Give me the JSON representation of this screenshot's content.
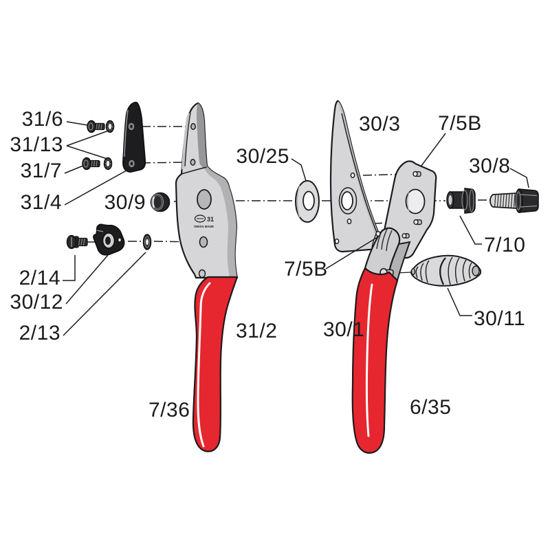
{
  "diagram": {
    "kind": "exploded-parts-diagram",
    "subject": "pruning shears with numbered replacement parts",
    "background": "#ffffff"
  },
  "colors": {
    "outline": "#1b1b1b",
    "metal_light": "#d6d6d8",
    "metal_mid": "#b2b2b5",
    "metal_dark": "#97979a",
    "hardware_black": "#2a2a2c",
    "handle_red": "#e62730",
    "white": "#ffffff"
  },
  "brand": {
    "model": "31",
    "origin": "SWISS MADE"
  },
  "labels": [
    {
      "part": "screw-upper",
      "text": "31/6"
    },
    {
      "part": "lock-washers",
      "text": "31/13"
    },
    {
      "part": "screw-lower",
      "text": "31/7"
    },
    {
      "part": "anvil-plate",
      "text": "31/4"
    },
    {
      "part": "pivot-nut",
      "text": "30/9"
    },
    {
      "part": "catch-screw",
      "text": "2/14"
    },
    {
      "part": "wire-catch",
      "text": "30/12"
    },
    {
      "part": "catch-washer",
      "text": "2/13"
    },
    {
      "part": "pivot-washer",
      "text": "30/25"
    },
    {
      "part": "cutting-blade",
      "text": "30/3"
    },
    {
      "part": "bolt-set-upper",
      "text": "7/5B"
    },
    {
      "part": "pivot-bolt",
      "text": "30/8"
    },
    {
      "part": "pivot-bushing",
      "text": "7/10"
    },
    {
      "part": "bolt-set-lower",
      "text": "7/5B"
    },
    {
      "part": "spring",
      "text": "30/11"
    },
    {
      "part": "counter-blade-handle",
      "text": "31/2"
    },
    {
      "part": "blade-handle",
      "text": "30/1"
    },
    {
      "part": "left-grip",
      "text": "7/36"
    },
    {
      "part": "right-grip",
      "text": "6/35"
    }
  ]
}
